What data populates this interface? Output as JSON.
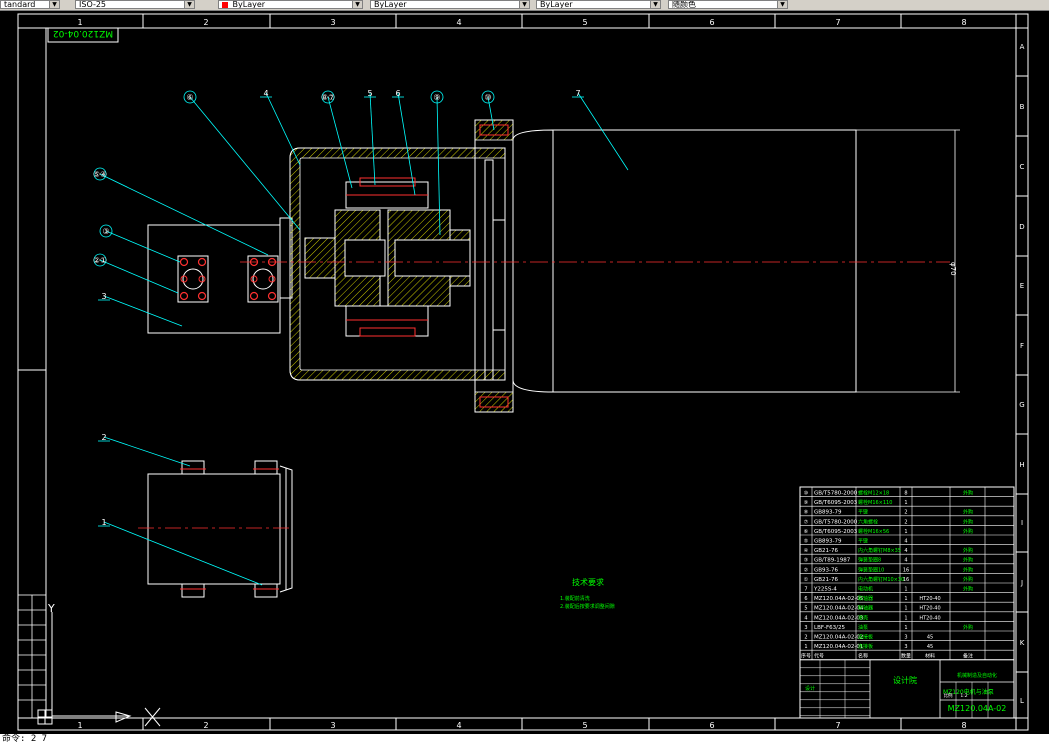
{
  "toolbar": {
    "field1": "tandard",
    "field2": "ISO-25",
    "layer_color": "ByLayer",
    "linetype": "ByLayer",
    "lineweight": "ByLayer",
    "plotstyle": "随颜色",
    "colors": {
      "toolbar_bg": "#d4d0c8",
      "swatch": "#ff0000"
    }
  },
  "drawing": {
    "title_code_rotated": "MZ120.04-02",
    "grid_top": [
      "1",
      "2",
      "3",
      "4",
      "5",
      "6",
      "7",
      "8"
    ],
    "grid_bottom": [
      "1",
      "2",
      "3",
      "4",
      "5",
      "6",
      "7",
      "8"
    ],
    "grid_right": [
      "A",
      "B",
      "C",
      "D",
      "E",
      "F",
      "G",
      "H",
      "I",
      "J",
      "K",
      "L"
    ],
    "balloons": [
      "⑥",
      "4",
      "⑧⑦",
      "5",
      "6",
      "⑨",
      "⑩",
      "7",
      "⑤④",
      "③",
      "②①",
      "3",
      "2",
      "1"
    ],
    "tech_req_title": "技术要求",
    "tech_req_lines": [
      "1.装配前清洗",
      "2.装配后按要求调整间隙"
    ],
    "dimension_text": "φ70",
    "colors": {
      "outline": "#ffffff",
      "leader": "#00ffff",
      "center": "#ff0000",
      "yellow": "#ffff00",
      "green": "#00ff00",
      "hatch": "#ffff00"
    }
  },
  "bom": {
    "rows": [
      {
        "no": "⑩",
        "code": "GB/T5780-2000",
        "name": "螺栓M12×18",
        "qty": "8",
        "mat": "",
        "note": "外购"
      },
      {
        "no": "⑨",
        "code": "GB/T6095-2003",
        "name": "螺栓M16×110",
        "qty": "1",
        "mat": "",
        "note": ""
      },
      {
        "no": "⑧",
        "code": "GB893-79",
        "name": "平键",
        "qty": "2",
        "mat": "",
        "note": "外购"
      },
      {
        "no": "⑦",
        "code": "GB/T5780-2000",
        "name": "六角螺栓",
        "qty": "2",
        "mat": "",
        "note": "外购"
      },
      {
        "no": "⑥",
        "code": "GB/T6095-2003",
        "name": "螺栓M16×56",
        "qty": "1",
        "mat": "",
        "note": "外购"
      },
      {
        "no": "⑤",
        "code": "GB893-79",
        "name": "平键",
        "qty": "4",
        "mat": "",
        "note": ""
      },
      {
        "no": "④",
        "code": "GB21-76",
        "name": "内六角螺钉M8×35",
        "qty": "4",
        "mat": "",
        "note": "外购"
      },
      {
        "no": "③",
        "code": "GB/T89-1987",
        "name": "弹簧垫圈8",
        "qty": "4",
        "mat": "",
        "note": "外购"
      },
      {
        "no": "②",
        "code": "GB93-76",
        "name": "弹簧垫圈10",
        "qty": "16",
        "mat": "",
        "note": "外购"
      },
      {
        "no": "①",
        "code": "GB21-76",
        "name": "内六角螺钉M10×30",
        "qty": "16",
        "mat": "",
        "note": "外购"
      },
      {
        "no": "7",
        "code": "Y225S-4",
        "name": "电动机",
        "qty": "1",
        "mat": "",
        "note": "外购"
      },
      {
        "no": "6",
        "code": "MZ120.04A-02-05",
        "name": "联轴器",
        "qty": "1",
        "mat": "HT20-40",
        "note": ""
      },
      {
        "no": "5",
        "code": "MZ120.04A-02-04",
        "name": "联轴器",
        "qty": "1",
        "mat": "HT20-40",
        "note": ""
      },
      {
        "no": "4",
        "code": "MZ120.04A-02-03",
        "name": "罩壳",
        "qty": "1",
        "mat": "HT20-40",
        "note": ""
      },
      {
        "no": "3",
        "code": "LBF-F63/25",
        "name": "油泵",
        "qty": "1",
        "mat": "",
        "note": "外购"
      },
      {
        "no": "2",
        "code": "MZ120.04A-02-02",
        "name": "连接板",
        "qty": "3",
        "mat": "45",
        "note": ""
      },
      {
        "no": "1",
        "code": "MZ120.04A-02-01",
        "name": "连接板",
        "qty": "3",
        "mat": "45",
        "note": ""
      }
    ],
    "header": {
      "no": "序号",
      "code": "代号",
      "name": "名称",
      "qty": "数量",
      "mat": "材料",
      "note": "备注"
    },
    "title_block": {
      "school": "机械制造及自动化",
      "part_name": "MZ120电机与油泵",
      "drawing_no": "MZ120.04A-02",
      "designer": "设计",
      "scale_label": "比例",
      "scale": "1:2",
      "stamp": "设计院"
    }
  },
  "ucs": {
    "y_label": "Y",
    "x_label": "X"
  },
  "command_line": "命令: 2 7"
}
